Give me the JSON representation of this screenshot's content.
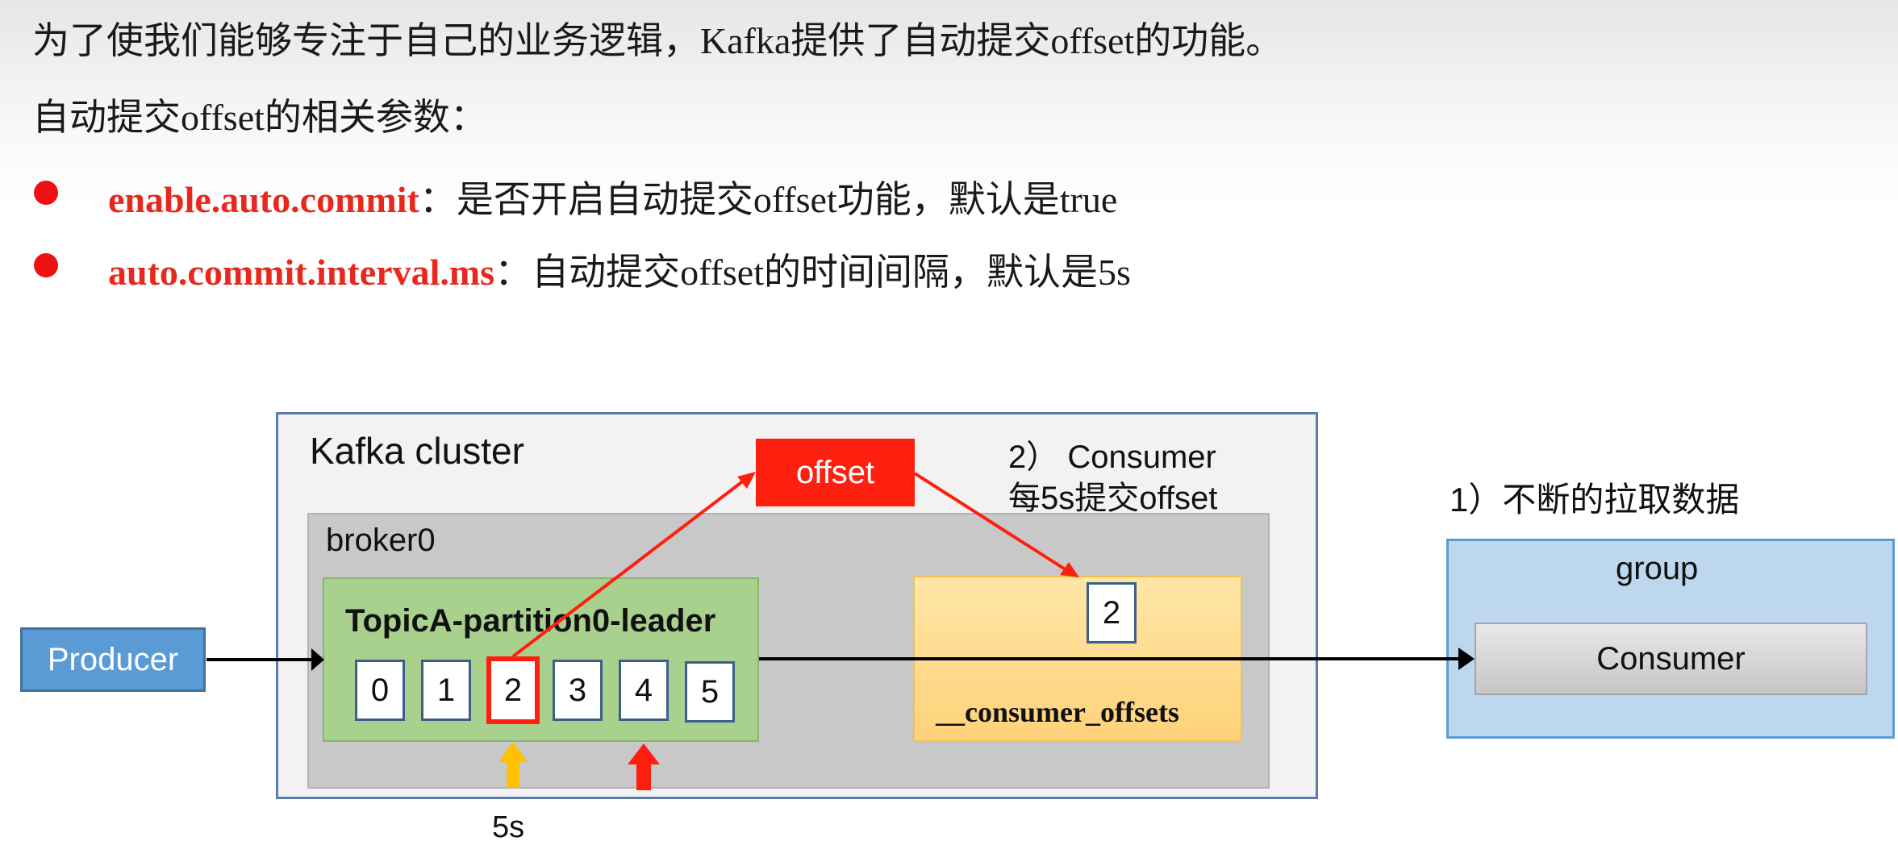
{
  "intro": {
    "line1_prefix": "为了使我们能够专注于自己的业务逻辑，",
    "line1_kafka": "Kafka",
    "line1_suffix": "提供了自动提交offset的功能。",
    "line2": "自动提交offset的相关参数："
  },
  "params": [
    {
      "name": "enable.auto.commit",
      "desc": "：是否开启自动提交offset功能，默认是true"
    },
    {
      "name": "auto.commit.interval.ms",
      "desc": "：自动提交offset的时间间隔，默认是5s"
    }
  ],
  "diagram": {
    "cluster_label": "Kafka cluster",
    "broker_label": "broker0",
    "partition_label": "TopicA-partition0-leader",
    "cells": [
      "0",
      "1",
      "2",
      "3",
      "4",
      "5"
    ],
    "highlighted_cell": "2",
    "producer_label": "Producer",
    "offset_label": "offset",
    "commit_note_line1": "2） Consumer",
    "commit_note_line2": "每5s提交offset",
    "offsets_topic_label": "__consumer_offsets",
    "offsets_value": "2",
    "pull_note": "1）不断的拉取数据",
    "group_label": "group",
    "consumer_label": "Consumer",
    "interval_label": "5s",
    "colors": {
      "red": "#ff1f0f",
      "producer_blue": "#5b9bd5",
      "partition_green": "#a9d18e",
      "offsets_orange": "#ffd98a",
      "group_blue": "#bdd7ee",
      "yellow_arrow": "#ffc000"
    }
  }
}
